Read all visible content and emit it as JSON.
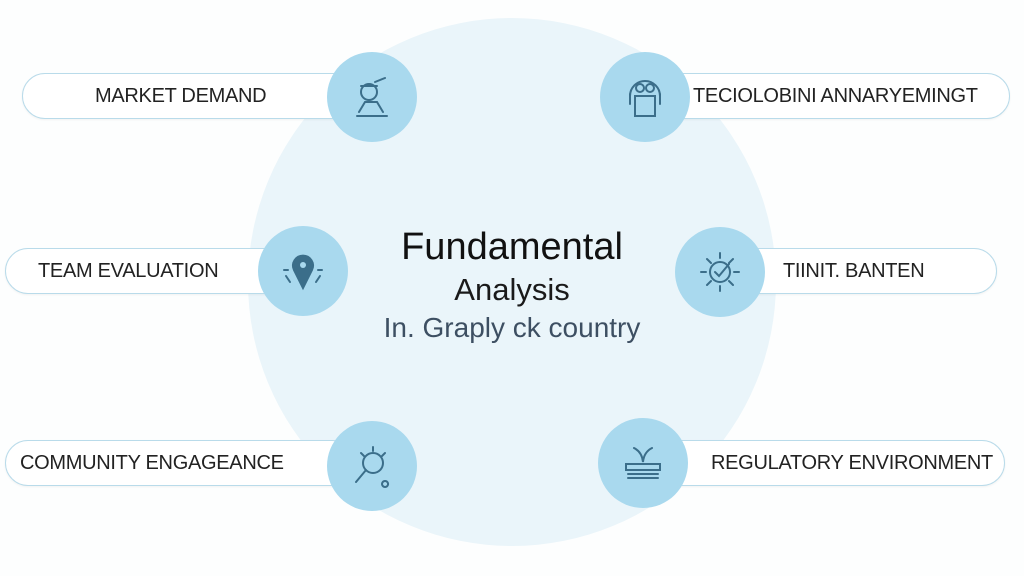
{
  "center": {
    "title": "Fundamental",
    "subtitle": "Analysis",
    "caption": "In. Graply ck country"
  },
  "factors": [
    {
      "label": "MARKET DEMAND",
      "icon": "person-chart-icon"
    },
    {
      "label": "TECIOLOBINI ANNARYEMINGT",
      "icon": "headset-person-icon"
    },
    {
      "label": "TEAM EVALUATION",
      "icon": "location-pin-icon"
    },
    {
      "label": "TIINIT. BANTEN",
      "icon": "gear-check-icon"
    },
    {
      "label": "COMMUNITY ENGAGEANCE",
      "icon": "magnifier-icon"
    },
    {
      "label": "REGULATORY ENVIRONMENT",
      "icon": "document-stack-icon"
    }
  ],
  "colors": {
    "accent": "#a9d9ee",
    "background_circle": "#eaf5fa",
    "border": "#b9dbea"
  }
}
